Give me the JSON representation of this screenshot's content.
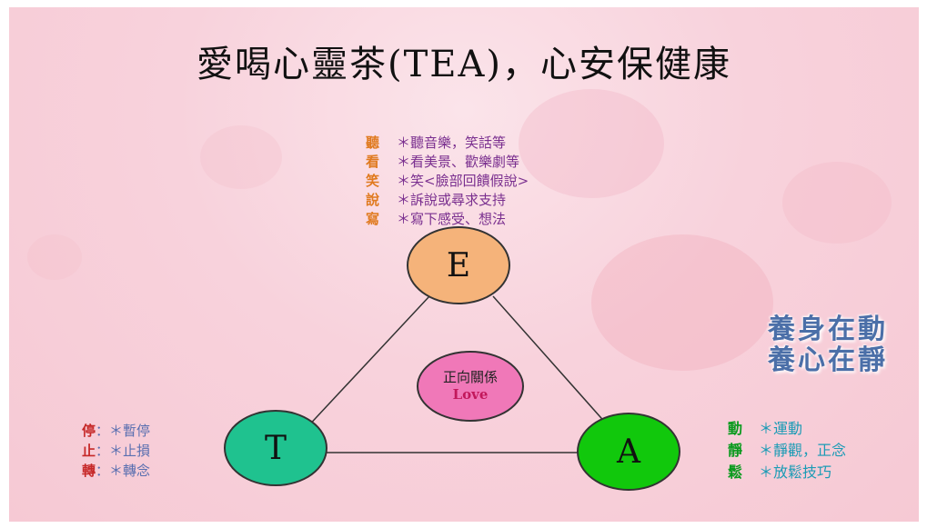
{
  "title": "愛喝心靈茶(TEA)，心安保健康",
  "e_items": [
    {
      "key": "聽",
      "text": "＊聽音樂，笑話等"
    },
    {
      "key": "看",
      "text": "＊看美景、歡樂劇等"
    },
    {
      "key": "笑",
      "text": "＊笑<臉部回饋假說>"
    },
    {
      "key": "說",
      "text": "＊訴說或尋求支持"
    },
    {
      "key": "寫",
      "text": "＊寫下感受、想法"
    }
  ],
  "nodes": {
    "e": {
      "label": "E",
      "color": "#f5b37a"
    },
    "t": {
      "label": "T",
      "color": "#1fc28f"
    },
    "a": {
      "label": "A",
      "color": "#11c80c"
    }
  },
  "center": {
    "line1": "正向關係",
    "line2": "Love",
    "color": "#f078b8"
  },
  "t_items": [
    {
      "key": "停",
      "sep": "：",
      "text": "＊暫停"
    },
    {
      "key": "止",
      "sep": "：",
      "text": "＊止損"
    },
    {
      "key": "轉",
      "sep": "：",
      "text": "＊轉念"
    }
  ],
  "a_items": [
    {
      "key": "動",
      "text": "＊運動"
    },
    {
      "key": "靜",
      "text": "＊靜觀，正念"
    },
    {
      "key": "鬆",
      "text": "＊放鬆技巧"
    }
  ],
  "motto": {
    "line1": "養身在動",
    "line2": "養心在靜"
  }
}
